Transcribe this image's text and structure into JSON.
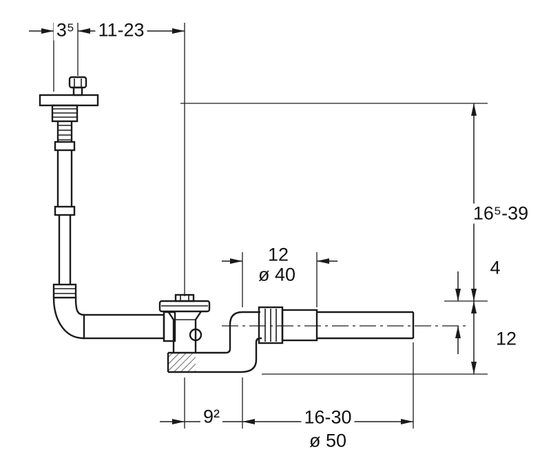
{
  "drawing": {
    "colors": {
      "ink": "#1a1a1a",
      "background": "#ffffff"
    },
    "dims": {
      "offset_top": "3⁵",
      "range_top": "11-23",
      "length_mid": "12",
      "dia_mid": "ø 40",
      "height_right": "16⁵-39",
      "depth_right": "4",
      "height_lower_right": "12",
      "offset_bottom": "9²",
      "range_bottom": "16-30",
      "dia_bottom": "ø 50"
    }
  }
}
